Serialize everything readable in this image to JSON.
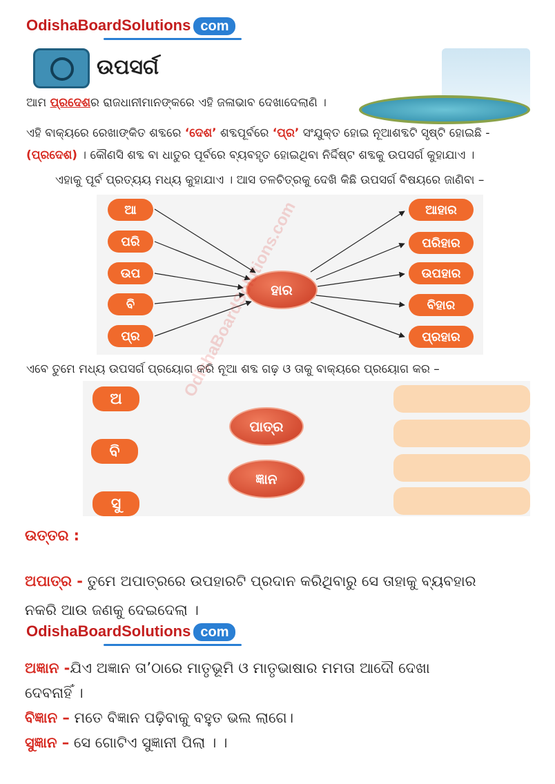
{
  "brand": {
    "name": "OdishaBoardSolutions",
    "tld": "com"
  },
  "header": {
    "title": "ଉପସର୍ଗ"
  },
  "intro": {
    "line1_before": "ଆମ ",
    "line1_underlined": "ପ୍ରଦେଶ",
    "line1_after": "ର ରାଜଧାନୀମାନଙ୍କରେ ଏହି ଜଳାଭାବ ଦେଖାଦେଲାଣି ।",
    "line2_before": "ଏହି ବାକ୍ୟରେ ରେଖାଙ୍କିତ ଶବ୍ଦରେ ",
    "line2_word1": "‘ଦେଶ’",
    "line2_mid": " ଶବ୍ଦପୂର୍ବରେ ",
    "line2_word2": "‘ପ୍ର’",
    "line2_after": " ସଂଯୁକ୍ତ ହୋଇ ନୂଆଶବ୍ଦଟି ସୃଷ୍ଟି ହୋଇଛି -",
    "line3_word": "(ପ୍ରଦେଶ)",
    "line3_after": " । କୌଣସି ଶବ୍ଦ ବା ଧାତୁର ପୂର୍ବରେ ବ୍ୟବହୃତ ହୋଇଥିବା ନିର୍ଦ୍ଦିଷ୍ଟ ଶବ୍ଦକୁ ଉପସର୍ଗ କୁହାଯାଏ ।",
    "line4": "ଏହାକୁ ପୂର୍ବ ପ୍ରତ୍ୟୟ ମଧ୍ୟ କୁହାଯାଏ । ଆସ ତଳଚିତ୍ରକୁ ଦେଖି କିଛି ଉପସର୍ଗ ବିଷୟରେ ଜାଣିବା –"
  },
  "diagram1": {
    "prefixes": [
      "ଆ",
      "ପରି",
      "ଉପ",
      "ବି",
      "ପ୍ର"
    ],
    "root": "ହାର",
    "results": [
      "ଆହାର",
      "ପରିହାର",
      "ଉପହାର",
      "ବିହାର",
      "ପ୍ରହାର"
    ]
  },
  "exercise_instruction": "ଏବେ ତୁମେ ମଧ୍ୟ ଉପସର୍ଗ ପ୍ରୟୋଗ କରି ନୂଆ ଶବ୍ଦ ଗଢ଼ ଓ ତାକୁ ବାକ୍ୟରେ ପ୍ରୟୋଗ କର –",
  "diagram2": {
    "prefixes": [
      "ଅ",
      "ବି",
      "ସୁ"
    ],
    "roots": [
      "ପାତ୍ର",
      "ଜ୍ଞାନ"
    ]
  },
  "answer": {
    "heading": "ଉତ୍ତର :",
    "a1_key": "ଅପାତ୍ର -",
    "a1_line1": " ତୁମେ ଅପାତ୍ରରେ ଉପହାରଟି ପ୍ରଦାନ କରିଥିବାରୁ ସେ ତାହାକୁ ବ୍ୟବହାର",
    "a1_line2": "ନକରି ଆଉ ଜଣକୁ ଦେଇଦେଲା ।",
    "a2_key": "ଅଜ୍ଞାନ -",
    "a2_line1": "ଯିଏ ଅଜ୍ଞାନ ତା’ଠାରେ ମାତୃଭୂମି ଓ ମାତୃଭାଷାର ମମତା ଆଦୌ ଦେଖା",
    "a2_line2": "ଦେବନାହିଁ ।",
    "a3_key": "ବିଜ୍ଞାନ –",
    "a3_text": "  ମତେ ବିଜ୍ଞାନ ପଢ଼ିବାକୁ ବହୁତ ଭଲ ଲାଗେ।",
    "a4_key": "ସୁଜ୍ଞାନ –",
    "a4_text": "  ସେ ଗୋଟିଏ ସୁଜ୍ଞାନୀ ପିଲା । ।"
  },
  "colors": {
    "accent_red": "#d6281f",
    "pill_orange": "#f06a2c",
    "blank_fill": "#fbd8b3",
    "brand_blue": "#2a7fd4"
  }
}
